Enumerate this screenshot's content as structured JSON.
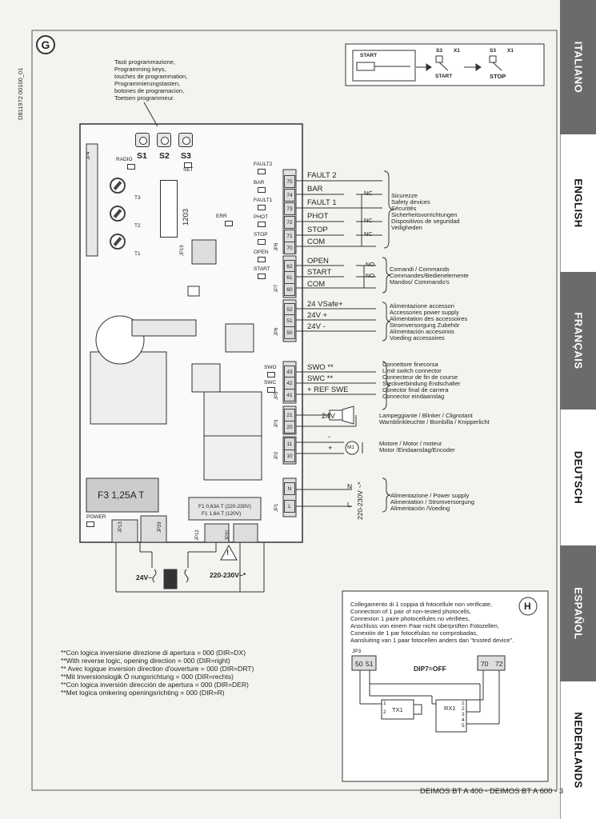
{
  "doc_code": "D811972 00100_01",
  "figure_g": "G",
  "figure_h": "H",
  "lang_tabs": [
    "ITALIANO",
    "ENGLISH",
    "FRANÇAIS",
    "DEUTSCH",
    "ESPAÑOL",
    "NEDERLANDS"
  ],
  "prog_keys": [
    "Tasti programmazione,",
    "Programming keys,",
    "touches de programmation,",
    "Programmierungstasten,",
    "botones de programacion,",
    "Toetsen programmeur."
  ],
  "board": {
    "keys": [
      "S1",
      "S2",
      "S3"
    ],
    "radio": "RADIO",
    "set": "SET",
    "err": "ERR",
    "power": "POWER",
    "fuse": "F3 1,25A T",
    "fuse2": [
      "F1 0,63A T (220-230V)",
      "F1 1,6A T (120V)"
    ],
    "dip": "1203",
    "leds": [
      "FAULT2",
      "BAR",
      "FAULT1",
      "PHOT",
      "STOP",
      "OPEN",
      "START",
      "SWO",
      "SWC"
    ],
    "jumpers": [
      "JP4",
      "JP19",
      "JP8",
      "JP7",
      "JP6",
      "JP5",
      "JP3",
      "JP2",
      "JP1",
      "JP13",
      "JP29",
      "JP12",
      "JP31"
    ],
    "trim": [
      "T1",
      "T2",
      "T3"
    ]
  },
  "terminals": [
    "75",
    "74",
    "73",
    "72",
    "71",
    "70",
    "62",
    "61",
    "60",
    "52",
    "51",
    "50",
    "43",
    "42",
    "41",
    "21",
    "20",
    "11",
    "10",
    "N",
    "L"
  ],
  "signals": {
    "fault2": "FAULT 2",
    "bar": "BAR",
    "fault1": "FAULT 1",
    "phot": "PHOT",
    "stop": "STOP",
    "com1": "COM",
    "open": "OPEN",
    "start": "START",
    "com2": "COM",
    "v24safe": "24 VSafe+",
    "v24p": "24V +",
    "v24m": "24V -",
    "swo": "SWO **",
    "swc": "SWC **",
    "refswe": "+ REF SWE",
    "lamp": "24V",
    "motor_m": "-",
    "motor_p": "+",
    "m": "M1",
    "nc": "NC",
    "no": "NO",
    "n": "N",
    "l": "L",
    "mains": "220-230V ~*"
  },
  "groups": {
    "safety": [
      "Sicurezze",
      "Safety devices",
      "Sécurités",
      "Sicherheitsvorrichtungen",
      "Dispositivos de seguridad",
      "Veiligheden"
    ],
    "commands": [
      "Comandi / Commands",
      "Commandes/Bedienelemente",
      "Mandos/ Commando's"
    ],
    "acc": [
      "Alimentazione accessori",
      "Accessories power supply",
      "Alimentation des accessoires",
      "Stromversorgung Zubehör",
      "Alimentación accesorios",
      "Voeding accessoires"
    ],
    "limit": [
      "Connettore finecorsa",
      "Limit switch connector",
      "Connecteur de fin de course",
      "Steckverbindung Endschalter",
      "Conector final de carrera",
      "Connector eindaanslag"
    ],
    "lamp": [
      "Lampeggiante / Blinker / Clignotant",
      "Warnblinkleuchte / Bombilla / Knipperlicht"
    ],
    "motor": [
      "Motore / Motor / moteur",
      "Motor /Eindaanslag/Encoder"
    ],
    "power": [
      "Alimentazione / Power supply",
      "Alimentation / Stromversorgung",
      "Alimentación /Voeding"
    ]
  },
  "transformer": {
    "left": "24V~",
    "right": "220-230V~*"
  },
  "notes": [
    "**Con logica inversione direzione di apertura = 000 (DIR=DX)",
    "**With reverse logic, opening direction = 000 (DIR=right)",
    "** Avec logique inversion direction d'ouverture = 000 (DIR=DRT)",
    "**Mit Inversionslogik Ö nungsrichtung = 000 (DIR=rechts)",
    "**Con logica inversión dirección de apertura = 000 (DIR=DER)",
    "**Met logica omkering openingsrichting = 000 (DIR=R)"
  ],
  "inset_top": {
    "start": "START",
    "s3": "S3",
    "x1": "X1",
    "start2": "START",
    "stop": "STOP"
  },
  "inset_h": {
    "text": [
      "Collegamento di 1 coppia di fotocellule non verificate,",
      "Connection of 1 pair of non-tested photocells,",
      "Connexion 1 paire photocellules no vérifiées,",
      "Anschluss von einem Paar nicht überprüften Fotozellen,",
      "Conexión de 1 par fotocélulas no comprobadas,",
      "Aansluiting van 1 paar fotocellen anders dan \"trusted device\"."
    ],
    "jp": "JP3",
    "t50": "50",
    "t51": "51",
    "t70": "70",
    "t72": "72",
    "dip": "DIP7=OFF",
    "tx": "TX1",
    "rx": "RX1",
    "tx_pins": [
      "1",
      "2"
    ],
    "rx_pins": [
      "1",
      "2",
      "3",
      "4",
      "5"
    ]
  },
  "footer": "DEIMOS BT A 400 - DEIMOS BT A 600 - 3"
}
